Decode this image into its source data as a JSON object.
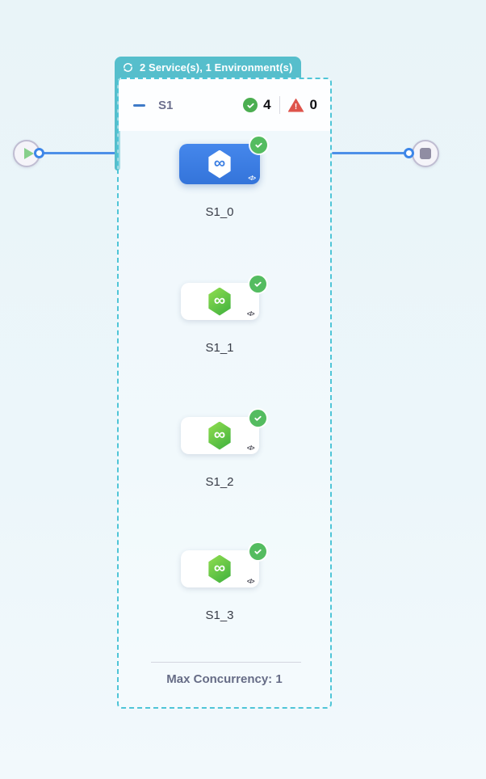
{
  "header_tab": {
    "label": "2 Service(s), 1 Environment(s)",
    "icon": "loop-icon"
  },
  "stage": {
    "name": "S1",
    "success_count": "4",
    "error_count": "0",
    "max_concurrency_label": "Max Concurrency: 1"
  },
  "nodes": [
    {
      "label": "S1_0",
      "selected": true,
      "status": "success"
    },
    {
      "label": "S1_1",
      "selected": false,
      "status": "success"
    },
    {
      "label": "S1_2",
      "selected": false,
      "status": "success"
    },
    {
      "label": "S1_3",
      "selected": false,
      "status": "success"
    }
  ],
  "icons": {
    "code_glyph": "</>",
    "infinity_glyph": "∞"
  },
  "colors": {
    "accent_teal": "#56becc",
    "dashed_border": "#4fc5d7",
    "edge_blue": "#4d90e8",
    "selected_node_blue": "#3b7ee2",
    "service_green": "#5bc43b",
    "success_green": "#4fb75a",
    "error_red": "#de544b"
  }
}
